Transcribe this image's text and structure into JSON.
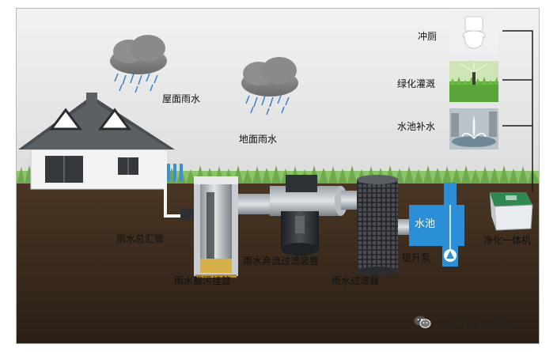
{
  "labels": {
    "roof_rain": "屋面雨水",
    "ground_rain": "地面雨水",
    "main_pipe": "雨水总汇管",
    "trash_basket": "雨水截污挂篮",
    "diversion_device": "雨水弃流过滤装置",
    "filter": "雨水过滤器",
    "pool": "水池",
    "lift_pump": "提升泵",
    "purifier": "净化一体机"
  },
  "uses": [
    {
      "label": "冲厕",
      "icon": "toilet-icon"
    },
    {
      "label": "绿化灌溉",
      "icon": "irrigation-icon"
    },
    {
      "label": "水池补水",
      "icon": "fountain-icon"
    }
  ],
  "footer": {
    "icon": "wechat-icon",
    "text": "绿建节能方向标"
  },
  "colors": {
    "sky": "#e6e6e6",
    "soil": "#3a2a1d",
    "grass": "#7fb85c",
    "pool": "#2a8fd6",
    "house_wall": "#f3f3f3",
    "roof": "#4a4e52"
  }
}
